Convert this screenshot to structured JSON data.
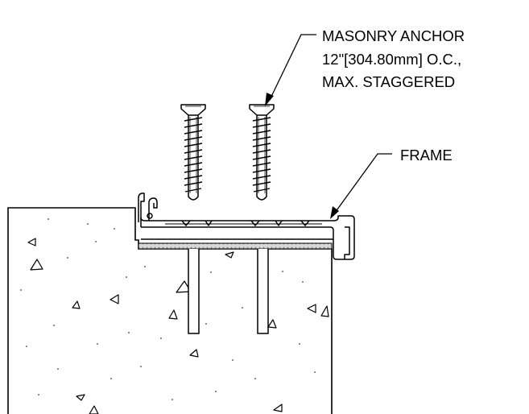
{
  "labels": {
    "anchor": {
      "line1": "MASONRY ANCHOR",
      "line2": "12\"[304.80mm] O.C.,",
      "line3": "MAX. STAGGERED"
    },
    "frame": "FRAME"
  },
  "colors": {
    "line": "#000000",
    "background": "#ffffff",
    "sealant": "#bdbdbd"
  }
}
